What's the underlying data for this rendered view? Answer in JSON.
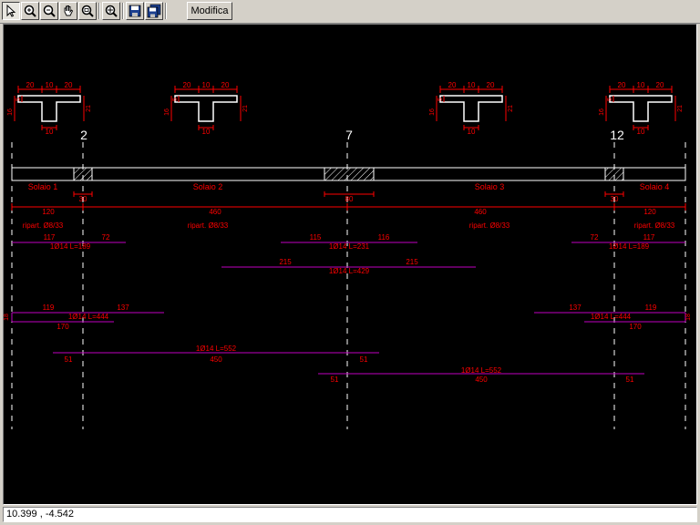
{
  "toolbar": {
    "buttons": [
      {
        "name": "select-tool-button",
        "icon": "arrow-pointer-icon"
      },
      {
        "name": "zoom-in-button",
        "icon": "zoom-in-icon"
      },
      {
        "name": "zoom-out-button",
        "icon": "zoom-out-icon"
      },
      {
        "name": "pan-button",
        "icon": "hand-icon"
      },
      {
        "name": "zoom-window-button",
        "icon": "zoom-window-icon"
      },
      {
        "name": "zoom-extents-button",
        "icon": "zoom-extents-icon"
      },
      {
        "name": "save-button",
        "icon": "floppy-icon"
      },
      {
        "name": "save-as-button",
        "icon": "floppy-multi-icon"
      }
    ],
    "modifica_label": "Modifica"
  },
  "drawing": {
    "colors": {
      "red": "#ff0000",
      "magenta": "#c000c0",
      "white": "#ffffff",
      "background": "#000000"
    },
    "section": {
      "flange_left": "20",
      "web": "10",
      "flange_right": "20",
      "height_total": "21",
      "slab": "5",
      "web_height": "16",
      "web_width": "10"
    },
    "support_labels": [
      "2",
      "7",
      "12"
    ],
    "span_labels": [
      "Solaio 1",
      "Solaio 2",
      "Solaio 3",
      "Solaio 4"
    ],
    "support_widths": [
      "30",
      "80",
      "30"
    ],
    "span_lengths": [
      "120",
      "460",
      "460",
      "120"
    ],
    "ripart_labels": [
      "ripart. Ø8/33",
      "ripart. Ø8/33",
      "ripart. Ø8/33"
    ],
    "top_bars": [
      {
        "label": "1Ø14 L=189",
        "left": "117",
        "right": "72"
      },
      {
        "label": "1Ø14 L=231",
        "left": "115",
        "right": "116"
      },
      {
        "label": "1Ø14 L=189",
        "left": "72",
        "right": "117"
      },
      {
        "label": "1Ø14 L=429",
        "left": "215",
        "right": "215"
      }
    ],
    "end_bars": [
      {
        "label": "1Ø14 L=444",
        "left": "119",
        "right": "137",
        "bottom": "170",
        "hook": "18"
      },
      {
        "label": "1Ø14 L=444",
        "left": "137",
        "right": "119",
        "bottom": "170",
        "hook": "18"
      }
    ],
    "bottom_bars": [
      {
        "label": "1Ø14 L=552",
        "left": "51",
        "middle": "450",
        "right": "51"
      },
      {
        "label": "1Ø14 L=552",
        "left": "51",
        "middle": "450",
        "right": "51"
      }
    ]
  },
  "status": {
    "coords": "10.399 , -4.542"
  }
}
